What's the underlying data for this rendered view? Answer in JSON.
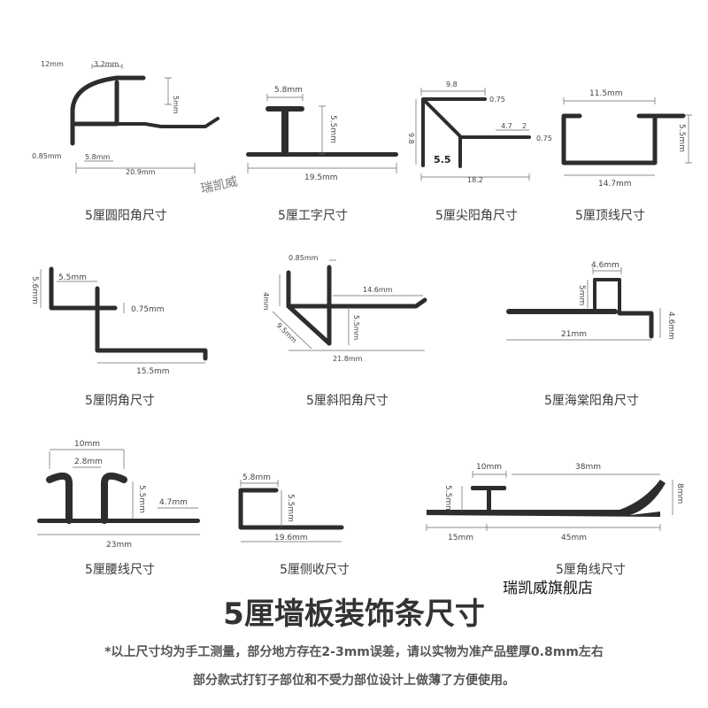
{
  "title": "5厘墙板装饰条尺寸",
  "notes": [
    "*以上尺寸均为手工测量，部分地方存在2-3mm误差，请以实物为准产品壁厚0.8mm左右",
    "部分款式打钉子部位和不受力部位设计上做薄了方便使用。"
  ],
  "watermark": "瑞凯威",
  "store_label": "瑞凯威旗舰店",
  "profiles": [
    {
      "caption": "5厘圆阳角尺寸",
      "dims": [
        "12mm",
        "3.2mm",
        "5mm",
        "0.85mm",
        "5.8mm",
        "20.9mm"
      ]
    },
    {
      "caption": "5厘工字尺寸",
      "dims": [
        "5.8mm",
        "5.5mm",
        "19.5mm"
      ]
    },
    {
      "caption": "5厘尖阳角尺寸",
      "dims": [
        "9.8",
        "0.75",
        "9.8",
        "4.7",
        "2",
        "0.75",
        "5.5",
        "18.2"
      ]
    },
    {
      "caption": "5厘顶线尺寸",
      "dims": [
        "11.5mm",
        "5.5mm",
        "14.7mm"
      ]
    },
    {
      "caption": "5厘阴角尺寸",
      "dims": [
        "5.6mm",
        "5.5mm",
        "0.75mm",
        "15.5mm"
      ]
    },
    {
      "caption": "5厘斜阳角尺寸",
      "dims": [
        "0.85mm",
        "4mm",
        "14.6mm",
        "9.5mm",
        "5.5mm",
        "21.8mm"
      ]
    },
    {
      "caption": "5厘海棠阳角尺寸",
      "dims": [
        "4.6mm",
        "5mm",
        "4.6mm",
        "21mm"
      ]
    },
    {
      "caption": "5厘腰线尺寸",
      "dims": [
        "10mm",
        "2.8mm",
        "5.5mm",
        "4.7mm",
        "23mm"
      ]
    },
    {
      "caption": "5厘侧收尺寸",
      "dims": [
        "5.8mm",
        "5.5mm",
        "19.6mm"
      ]
    },
    {
      "caption": "5厘角线尺寸",
      "dims": [
        "10mm",
        "38mm",
        "5.5mm",
        "8mm",
        "15mm",
        "45mm"
      ]
    }
  ]
}
